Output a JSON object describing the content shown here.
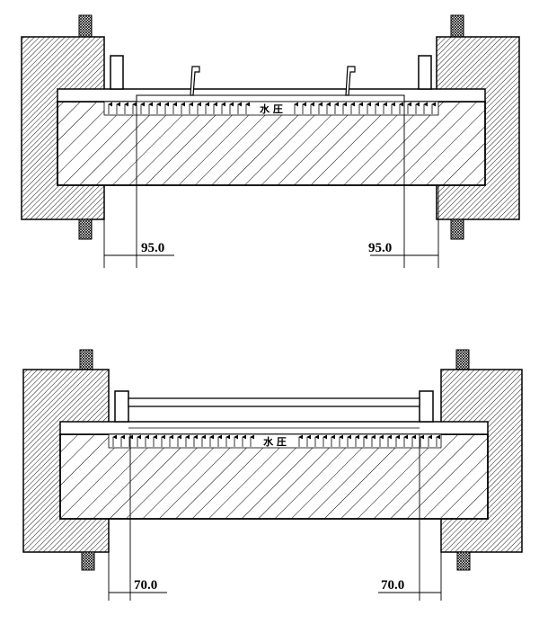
{
  "top_diagram": {
    "pressure_label": "水 圧",
    "dim_left": "95.0",
    "dim_right": "95.0"
  },
  "bottom_diagram": {
    "pressure_label": "水 圧",
    "dim_left": "70.0",
    "dim_right": "70.0"
  },
  "colors": {
    "line": "#000000",
    "background": "#ffffff"
  }
}
